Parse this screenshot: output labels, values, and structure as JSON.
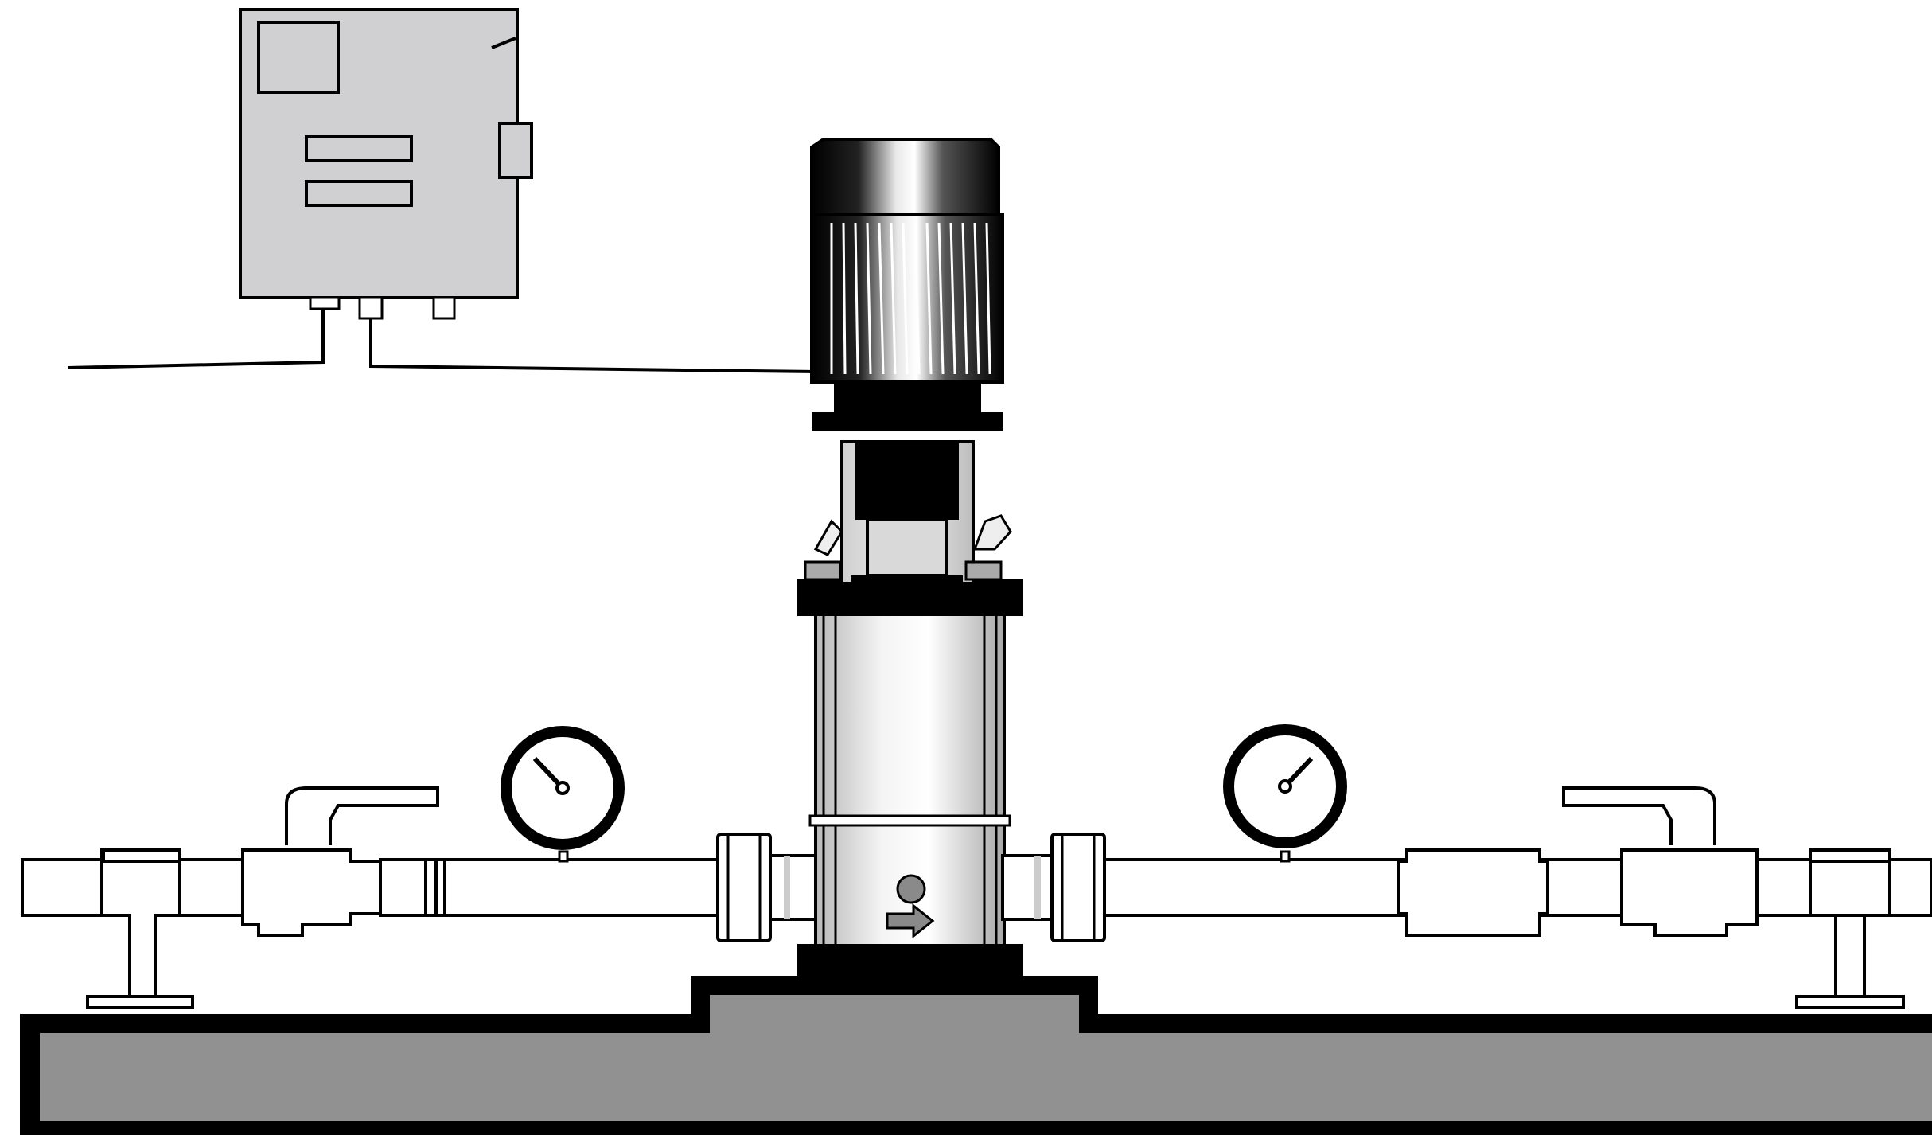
{
  "diagram": {
    "subject": "vertical-multistage-pump-installation",
    "components": [
      "control-panel",
      "electric-motor",
      "motor-stool",
      "pump-chamber",
      "inlet-pressure-gauge",
      "outlet-pressure-gauge",
      "inlet-isolation-valve",
      "outlet-isolation-valve",
      "non-return-valve",
      "pipe-supports",
      "concrete-foundation",
      "power-cable",
      "sensor-cable"
    ],
    "flow_direction": "left-to-right",
    "gauge_readings": {
      "inlet": "low",
      "outlet": "high"
    }
  },
  "colors": {
    "outline": "#000000",
    "panel_fill": "#d0d0d2",
    "foundation_fill": "#919191",
    "pump_body_light": "#f4f4f4",
    "pump_body_shade": "#b8b8b8",
    "motor_dark": "#0a0a0a",
    "motor_highlight": "#e8e8e8",
    "pipe_fill": "#ffffff",
    "flow_arrow_fill": "#8a8a8a"
  }
}
